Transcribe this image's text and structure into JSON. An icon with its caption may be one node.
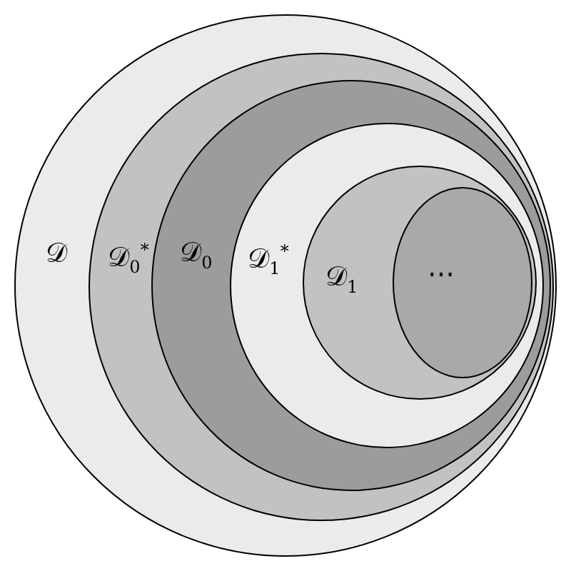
{
  "diagram": {
    "nodes": [
      {
        "text": [
          "𝒟"
        ]
      },
      {
        "text": [
          "𝒟$_{0}$$^{*}$"
        ],
        "in": 0
      },
      {
        "text": [
          "𝒟$_{0}$"
        ],
        "in": 1
      },
      {
        "text": [
          "𝒟$_{1}$$^{*}$"
        ],
        "in": 2
      },
      {
        "text": [
          "𝒟$_{1}$"
        ],
        "in": 3
      },
      {
        "text": [
          "⋯"
        ],
        "in": 4
      }
    ]
  }
}
